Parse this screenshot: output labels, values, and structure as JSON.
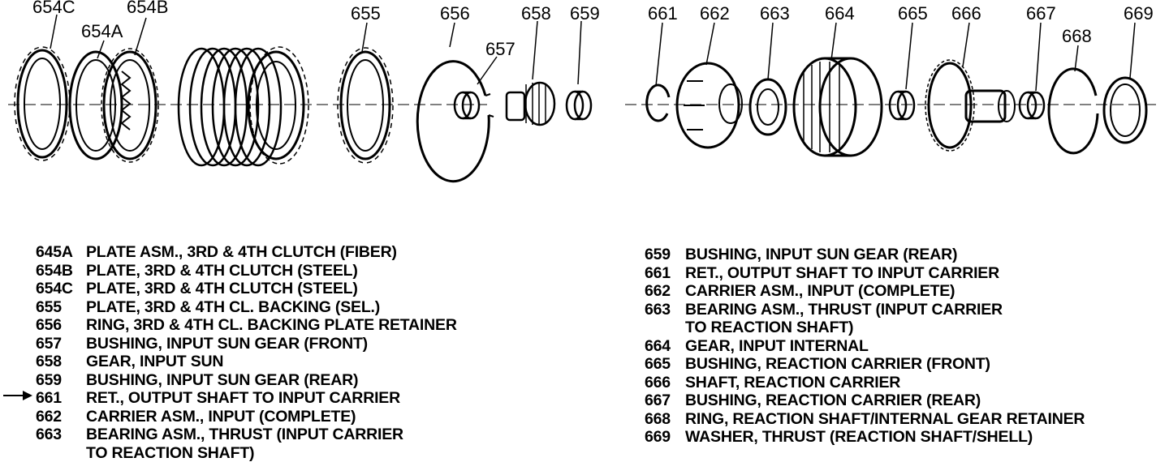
{
  "callouts": {
    "c654C": "654C",
    "c654B": "654B",
    "c654A": "654A",
    "c655": "655",
    "c656": "656",
    "c657": "657",
    "c658": "658",
    "c659": "659",
    "c661": "661",
    "c662": "662",
    "c663": "663",
    "c664": "664",
    "c665": "665",
    "c666": "666",
    "c667": "667",
    "c668": "668",
    "c669": "669"
  },
  "legend_left": [
    {
      "num": "645A",
      "desc": "PLATE ASM., 3RD & 4TH CLUTCH (FIBER)"
    },
    {
      "num": "654B",
      "desc": "PLATE, 3RD & 4TH CLUTCH (STEEL)"
    },
    {
      "num": "654C",
      "desc": "PLATE, 3RD & 4TH CLUTCH (STEEL)"
    },
    {
      "num": "655",
      "desc": "PLATE, 3RD & 4TH CL. BACKING (SEL.)"
    },
    {
      "num": "656",
      "desc": "RING, 3RD & 4TH CL. BACKING PLATE RETAINER"
    },
    {
      "num": "657",
      "desc": "BUSHING, INPUT SUN GEAR (FRONT)"
    },
    {
      "num": "658",
      "desc": "GEAR, INPUT SUN"
    },
    {
      "num": "659",
      "desc": "BUSHING, INPUT SUN GEAR (REAR)"
    },
    {
      "num": "661",
      "desc": "RET., OUTPUT SHAFT TO INPUT CARRIER"
    },
    {
      "num": "662",
      "desc": "CARRIER ASM., INPUT (COMPLETE)"
    },
    {
      "num": "663",
      "desc": "BEARING ASM., THRUST (INPUT CARRIER"
    },
    {
      "num": "",
      "desc": "TO REACTION SHAFT)"
    }
  ],
  "legend_right": [
    {
      "num": "659",
      "desc": "BUSHING, INPUT SUN GEAR (REAR)"
    },
    {
      "num": "661",
      "desc": "RET., OUTPUT SHAFT TO INPUT CARRIER"
    },
    {
      "num": "662",
      "desc": "CARRIER ASM., INPUT (COMPLETE)"
    },
    {
      "num": "663",
      "desc": "BEARING ASM., THRUST (INPUT CARRIER"
    },
    {
      "num": "",
      "desc": "TO REACTION SHAFT)"
    },
    {
      "num": "664",
      "desc": "GEAR, INPUT INTERNAL"
    },
    {
      "num": "665",
      "desc": "BUSHING, REACTION CARRIER (FRONT)"
    },
    {
      "num": "666",
      "desc": "SHAFT, REACTION CARRIER"
    },
    {
      "num": "667",
      "desc": "BUSHING, REACTION CARRIER (REAR)"
    },
    {
      "num": "668",
      "desc": "RING, REACTION SHAFT/INTERNAL GEAR RETAINER"
    },
    {
      "num": "669",
      "desc": "WASHER, THRUST (REACTION SHAFT/SHELL)"
    }
  ]
}
